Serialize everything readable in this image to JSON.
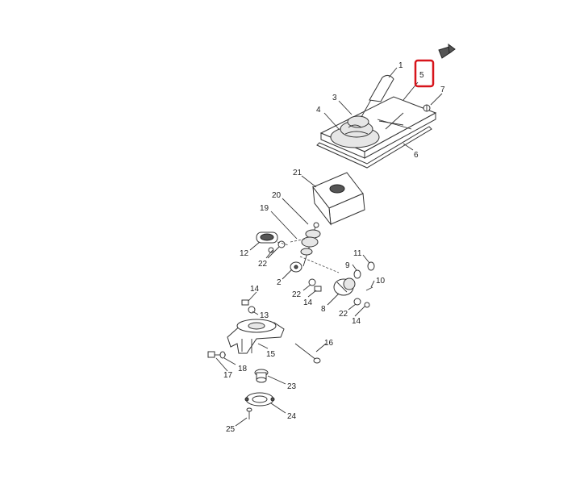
{
  "diagram": {
    "highlight_color": "#d7141b",
    "highlighted_callout": "5",
    "corner_icon": "page-arrow-icon",
    "callouts": {
      "c1": "1",
      "c2": "2",
      "c3": "3",
      "c4": "4",
      "c5": "5",
      "c6": "6",
      "c7": "7",
      "c8": "8",
      "c9": "9",
      "c10": "10",
      "c11": "11",
      "c12": "12",
      "c13": "13",
      "c14a": "14",
      "c14b": "14",
      "c14c": "14",
      "c15": "15",
      "c16": "16",
      "c17": "17",
      "c18": "18",
      "c19": "19",
      "c20": "20",
      "c21": "21",
      "c22a": "22",
      "c22b": "22",
      "c22c": "22",
      "c23": "23",
      "c24": "24",
      "c25": "25"
    }
  }
}
